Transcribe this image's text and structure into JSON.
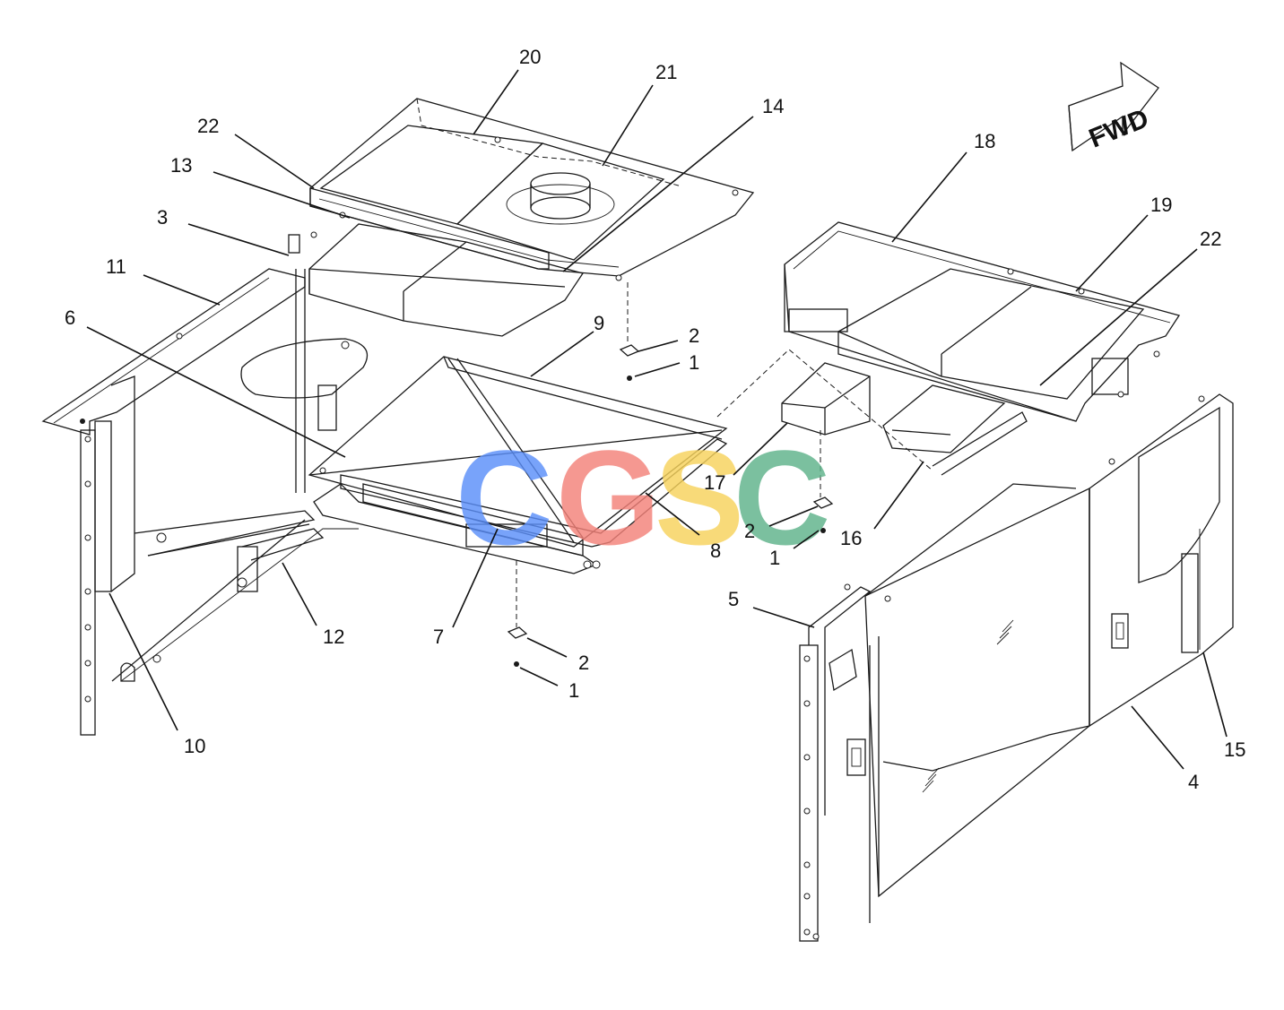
{
  "watermark": {
    "letters": [
      {
        "char": "C",
        "color": "#5b8ff9"
      },
      {
        "char": "G",
        "color": "#f4827a"
      },
      {
        "char": "S",
        "color": "#f7d35c"
      },
      {
        "char": "C",
        "color": "#5fb38a"
      }
    ]
  },
  "direction_marker": {
    "text": "FWD"
  },
  "callouts": {
    "c20": "20",
    "c21": "21",
    "c14": "14",
    "c22a": "22",
    "c13": "13",
    "c3": "3",
    "c11": "11",
    "c6": "6",
    "c9": "9",
    "c2a": "2",
    "c1a": "1",
    "c18": "18",
    "c19": "19",
    "c22b": "22",
    "c17": "17",
    "c8": "8",
    "c2b": "2",
    "c1b": "1",
    "c16": "16",
    "c7": "7",
    "c12": "12",
    "c10": "10",
    "c5": "5",
    "c2c": "2",
    "c1c": "1",
    "c4": "4",
    "c15": "15"
  }
}
